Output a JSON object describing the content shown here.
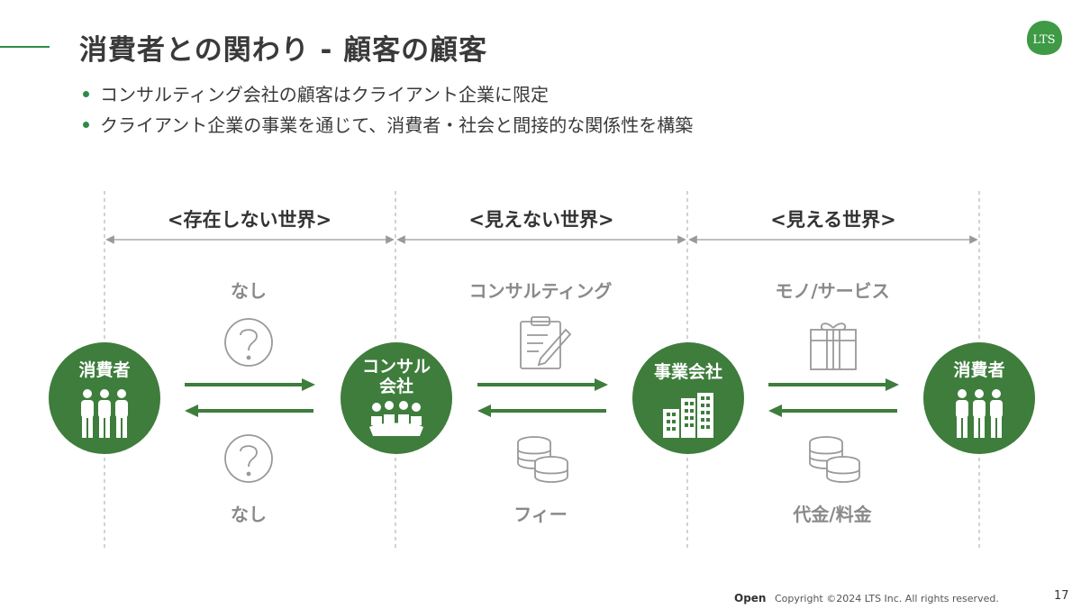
{
  "title": "消費者との関わり - 顧客の顧客",
  "logo_text": "LTS",
  "bullets": [
    "コンサルティング会社の顧客はクライアント企業に限定",
    "クライアント企業の事業を通じて、消費者・社会と間接的な関係性を構築"
  ],
  "sections": [
    {
      "title": "<存在しない世界>",
      "top_label": "なし",
      "bottom_label": "なし",
      "top_icon": "question-icon",
      "bottom_icon": "question-icon"
    },
    {
      "title": "<見えない世界>",
      "top_label": "コンサルティング",
      "bottom_label": "フィー",
      "top_icon": "clipboard-icon",
      "bottom_icon": "coins-icon"
    },
    {
      "title": "<見える世界>",
      "top_label": "モノ/サービス",
      "bottom_label": "代金/料金",
      "top_icon": "gift-icon",
      "bottom_icon": "coins-icon"
    }
  ],
  "nodes": [
    {
      "label_line1": "消費者",
      "label_line2": "",
      "icon": "people-icon"
    },
    {
      "label_line1": "コンサル",
      "label_line2": "会社",
      "icon": "meeting-icon"
    },
    {
      "label_line1": "事業会社",
      "label_line2": "",
      "icon": "buildings-icon"
    },
    {
      "label_line1": "消費者",
      "label_line2": "",
      "icon": "people-icon"
    }
  ],
  "colors": {
    "accent": "#2e8b47",
    "node": "#3e7d3c",
    "muted_text": "#8a8a8a",
    "icon": "#999999"
  },
  "footer": {
    "classification": "Open",
    "copyright": "Copyright ©2024 LTS Inc. All rights reserved.",
    "page_number": "17"
  }
}
